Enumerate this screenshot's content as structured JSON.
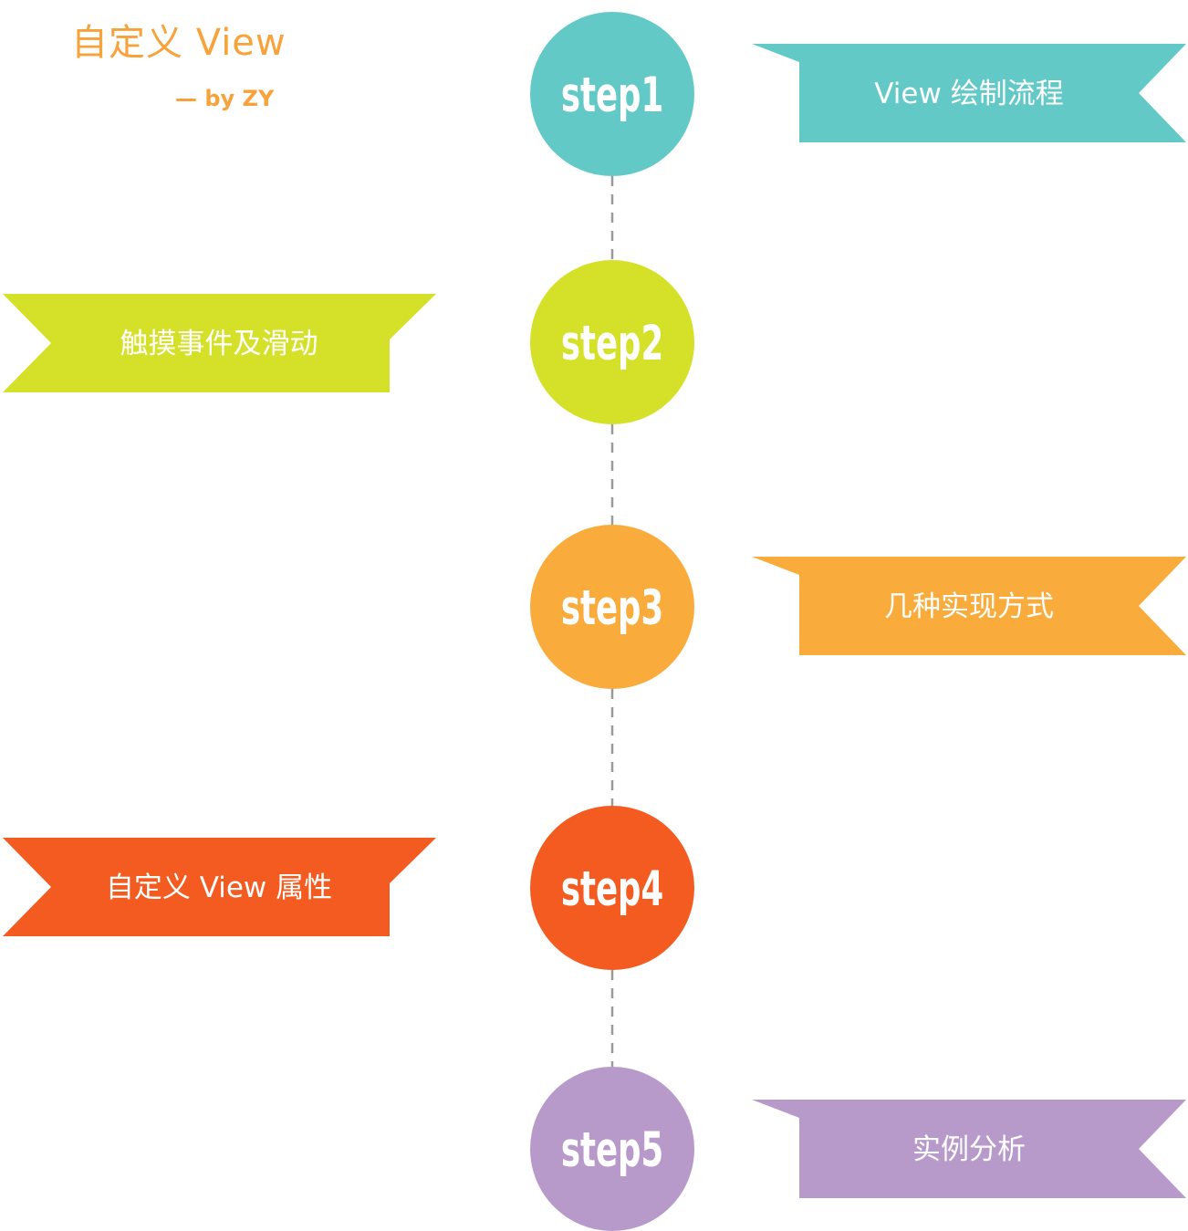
{
  "header": {
    "title": "自定义 View",
    "subtitle": "— by  ZY"
  },
  "steps": [
    {
      "label": "step1",
      "topic": "View 绘制流程",
      "side": "right",
      "color": "#62c9c7"
    },
    {
      "label": "step2",
      "topic": "触摸事件及滑动",
      "side": "left",
      "color": "#d5e028"
    },
    {
      "label": "step3",
      "topic": "几种实现方式",
      "side": "right",
      "color": "#f9ab3b"
    },
    {
      "label": "step4",
      "topic": "自定义 View 属性",
      "side": "left",
      "color": "#f35b20"
    },
    {
      "label": "step5",
      "topic": "实例分析",
      "side": "right",
      "color": "#b79aca"
    }
  ],
  "connector_color": "#9a9a9a"
}
